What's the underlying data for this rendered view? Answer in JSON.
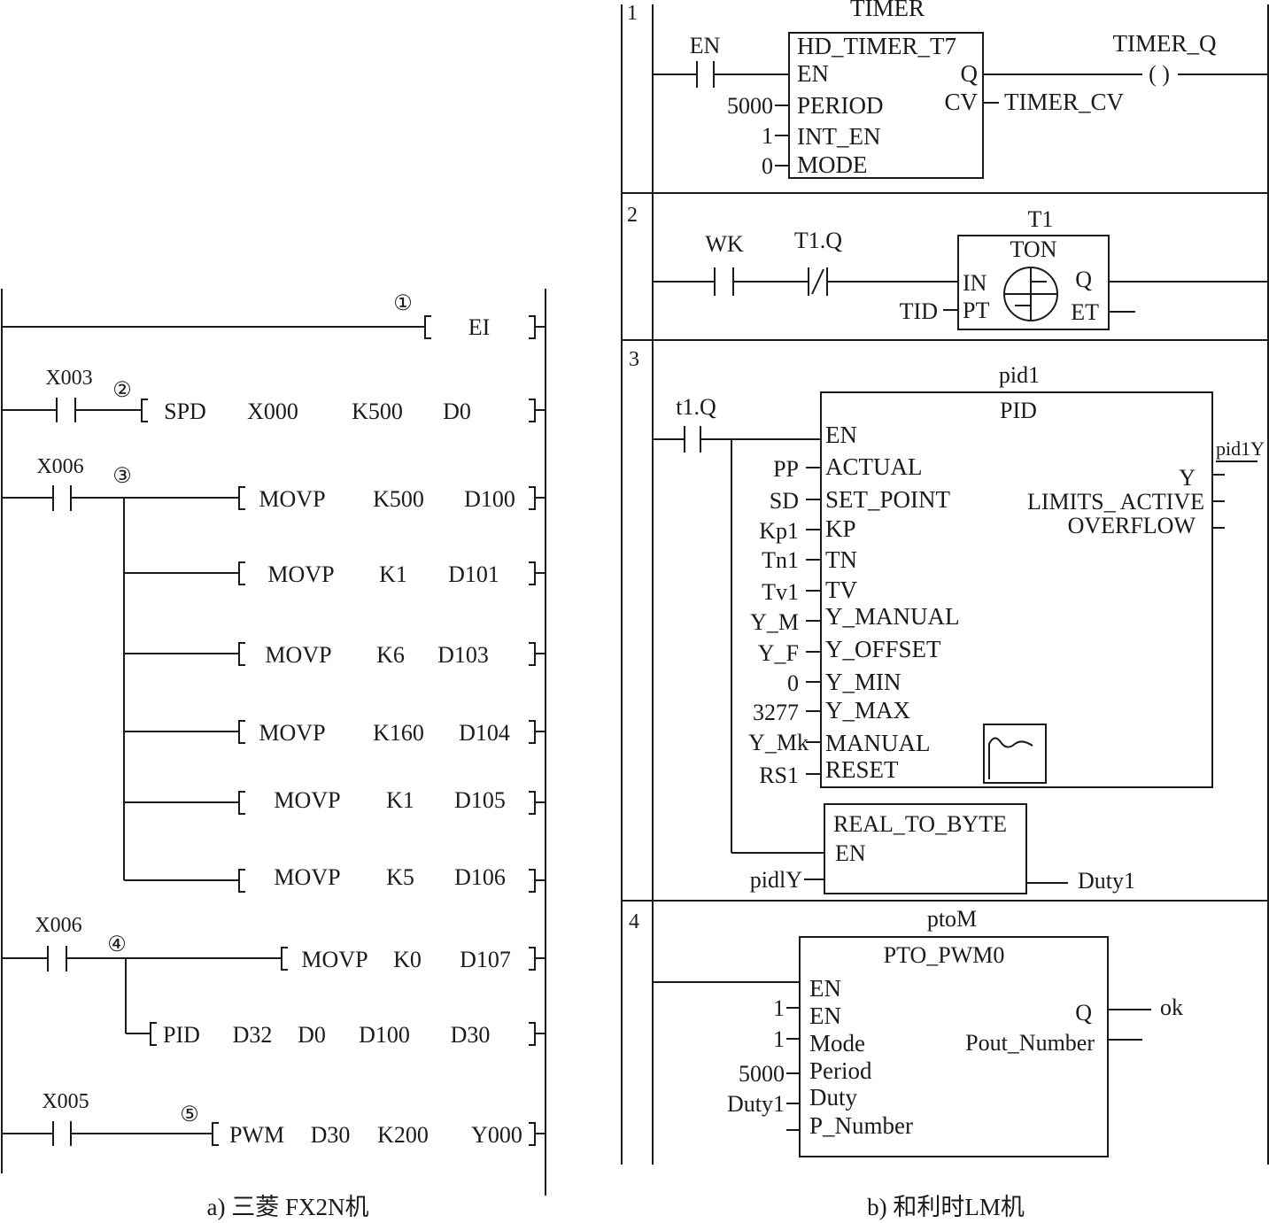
{
  "left_panel": {
    "caption": "a) 三菱 FX2N机",
    "rungs": [
      {
        "marker": "①",
        "contact": "",
        "instruction": [
          "EI"
        ]
      },
      {
        "marker": "②",
        "contact": "X003",
        "instruction": [
          "SPD",
          "X000",
          "K500",
          "D0"
        ]
      },
      {
        "marker": "③",
        "contact": "X006",
        "instructions": [
          [
            "MOVP",
            "K500",
            "D100"
          ],
          [
            "MOVP",
            "K1",
            "D101"
          ],
          [
            "MOVP",
            "K6",
            "D103"
          ],
          [
            "MOVP",
            "K160",
            "D104"
          ],
          [
            "MOVP",
            "K1",
            "D105"
          ],
          [
            "MOVP",
            "K5",
            "D106"
          ]
        ]
      },
      {
        "marker": "④",
        "contact": "X006",
        "instructions": [
          [
            "MOVP",
            "K0",
            "D107"
          ],
          [
            "PID",
            "D32",
            "D0",
            "D100",
            "D30"
          ]
        ]
      },
      {
        "marker": "⑤",
        "contact": "X005",
        "instruction": [
          "PWM",
          "D30",
          "K200",
          "Y000"
        ]
      }
    ]
  },
  "right_panel": {
    "caption": "b) 和利时LM机",
    "rungs": [
      {
        "number": "1",
        "contact": "EN",
        "block": {
          "instance": "TIMER",
          "type": "HD_TIMER_T7",
          "inputs": [
            "EN",
            "PERIOD",
            "INT_EN",
            "MODE"
          ],
          "input_values": [
            "",
            "5000",
            "1",
            "0"
          ],
          "outputs": [
            "Q",
            "CV"
          ],
          "output_values": [
            "",
            "TIMER_CV"
          ]
        },
        "coil": "TIMER_Q",
        "coil_symbol": "(    )"
      },
      {
        "number": "2",
        "contacts": [
          "WK",
          "T1.Q"
        ],
        "block": {
          "instance": "T1",
          "type": "TON",
          "inputs": [
            "IN",
            "PT"
          ],
          "input_values": [
            "",
            "TID"
          ],
          "outputs": [
            "Q",
            "ET"
          ]
        }
      },
      {
        "number": "3",
        "contact": "t1.Q",
        "block": {
          "instance": "pid1",
          "type": "PID",
          "inputs": [
            "EN",
            "ACTUAL",
            "SET_POINT",
            "KP",
            "TN",
            "TV",
            "Y_MANUAL",
            "Y_OFFSET",
            "Y_MIN",
            "Y_MAX",
            "MANUAL",
            "RESET"
          ],
          "input_values": [
            "",
            "PP",
            "SD",
            "Kp1",
            "Tn1",
            "Tv1",
            "Y_M",
            "Y_F",
            "0",
            "3277",
            "Y_Mk",
            "RS1"
          ],
          "outputs": [
            "Y",
            "LIMITS_ ACTIVE",
            "OVERFLOW"
          ],
          "output_values": [
            "pid1Y",
            "",
            ""
          ]
        },
        "block2": {
          "type": "REAL_TO_BYTE",
          "inputs": [
            "EN"
          ],
          "input_value": "pidlY",
          "output_value": "Duty1"
        }
      },
      {
        "number": "4",
        "block": {
          "instance": "ptoM",
          "type": "PTO_PWM0",
          "inputs": [
            "EN",
            "EN",
            "Mode",
            "Period",
            "Duty",
            "P_Number"
          ],
          "input_values": [
            "",
            "1",
            "1",
            "5000",
            "Duty1",
            ""
          ],
          "outputs": [
            "Q",
            "Pout_Number"
          ],
          "output_values": [
            "ok",
            ""
          ]
        }
      }
    ]
  }
}
